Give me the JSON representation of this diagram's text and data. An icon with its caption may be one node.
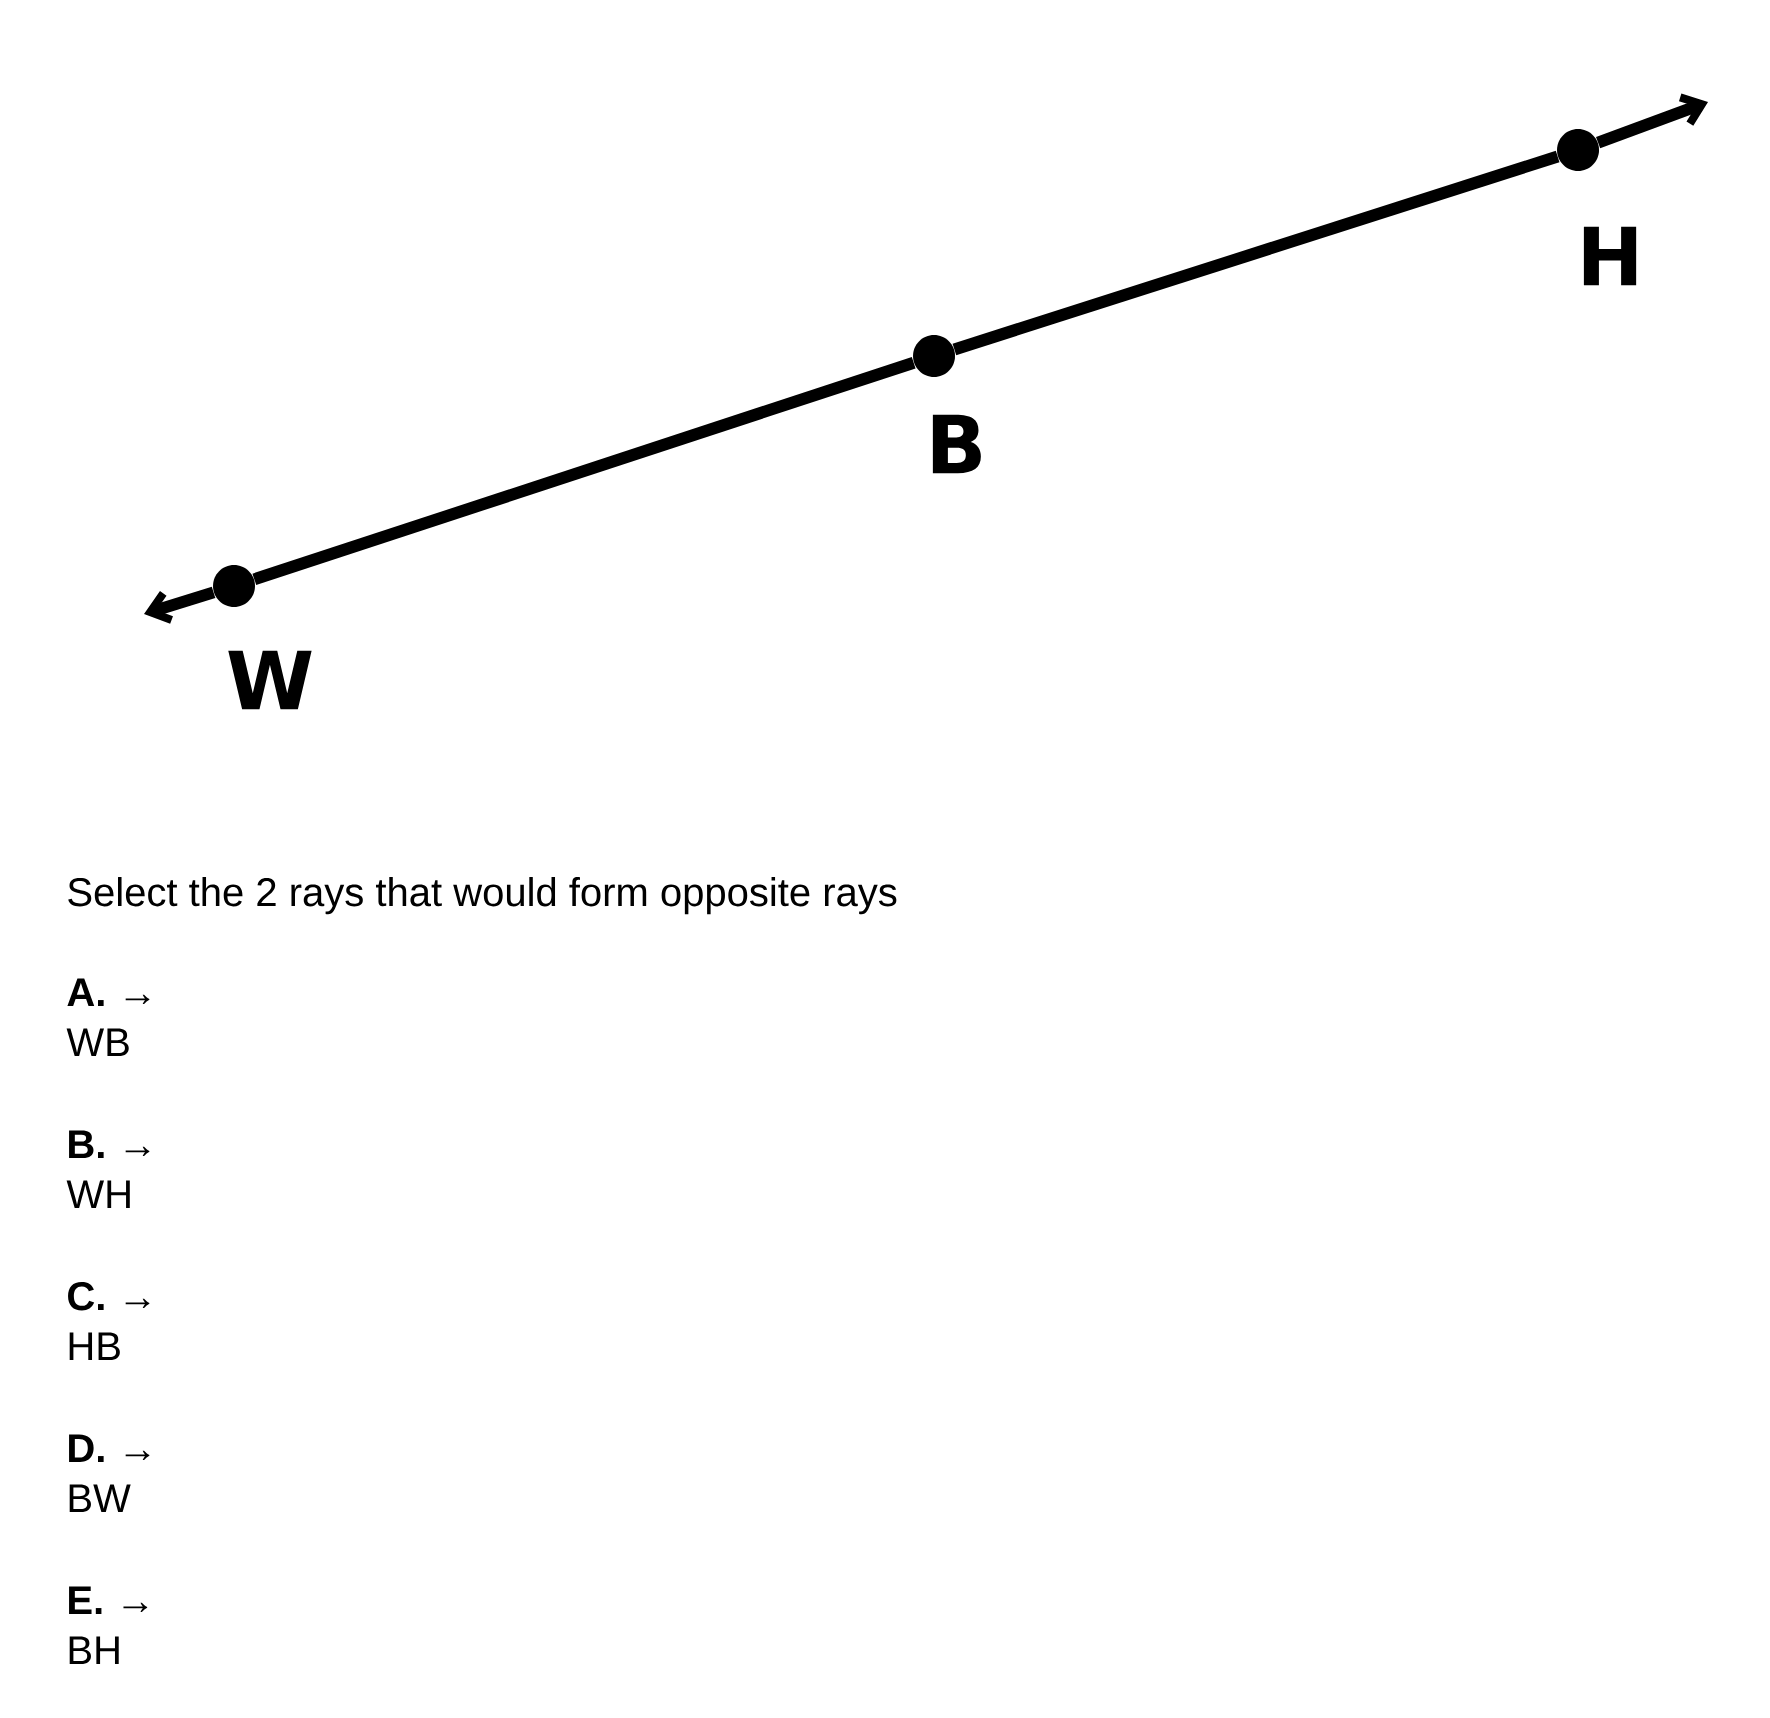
{
  "diagram": {
    "nodes": [
      {
        "text": [
          "W"
        ]
      },
      {
        "text": [
          "B"
        ]
      },
      {
        "text": [
          "H"
        ]
      }
    ],
    "edges": [
      {
        "from": 0,
        "to": null,
        "arrow": "to"
      },
      {
        "from": 0,
        "to": 1,
        "arrow": "none"
      },
      {
        "from": 1,
        "to": 2,
        "arrow": "none"
      },
      {
        "from": 2,
        "to": null,
        "arrow": "to"
      }
    ],
    "labels": [
      "Select the 2 rays that would form opposite rays",
      "**A.** →",
      "WB",
      "**B.** →",
      "WH",
      "**C.** →",
      "HB",
      "**D.** →",
      "BW",
      "**E.** →",
      "BH"
    ]
  }
}
